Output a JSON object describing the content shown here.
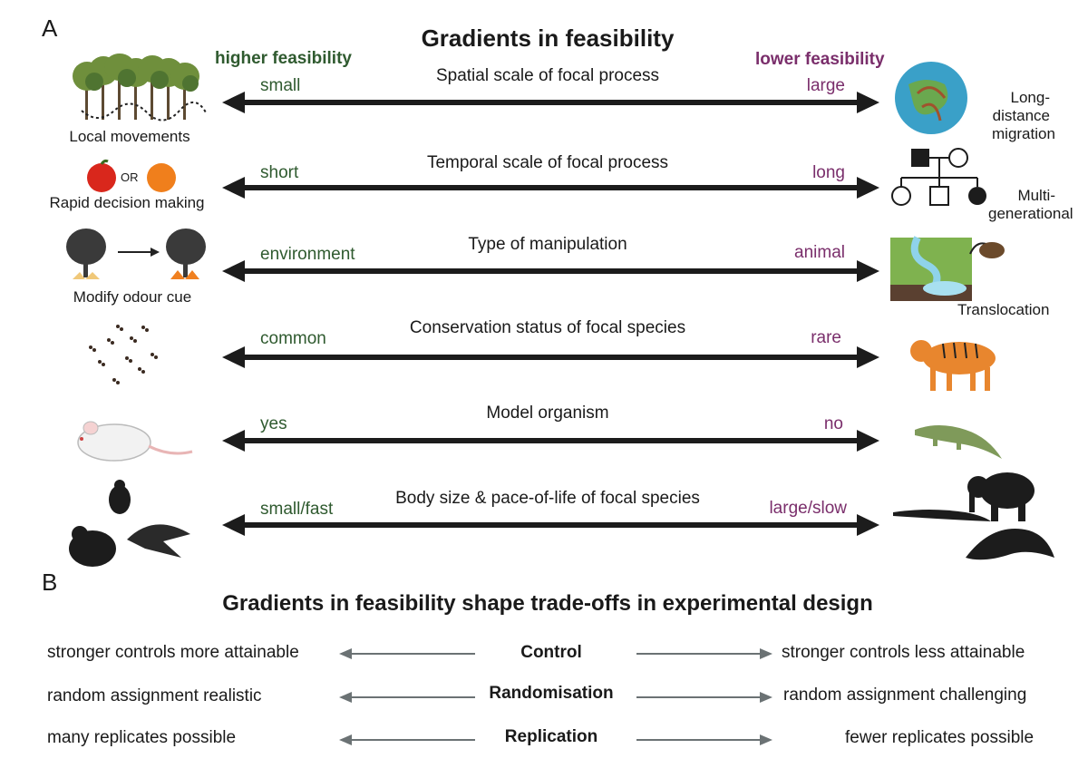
{
  "panel_a": {
    "letter": "A",
    "title": "Gradients in feasibility",
    "left_header": "higher feasibility",
    "right_header": "lower feasibility",
    "rows": [
      {
        "title": "Spatial scale of focal process",
        "left": "small",
        "right": "large",
        "left_caption": "Local movements",
        "right_caption": "Long-\ndistance\nmigration"
      },
      {
        "title": "Temporal scale of focal process",
        "left": "short",
        "right": "long",
        "left_caption": "Rapid decision making",
        "left_or": "OR",
        "right_caption": "Multi-\ngenerational"
      },
      {
        "title": "Type of manipulation",
        "left": "environment",
        "right": "animal",
        "left_caption": "Modify odour cue",
        "right_caption": "Translocation"
      },
      {
        "title": "Conservation status of focal species",
        "left": "common",
        "right": "rare"
      },
      {
        "title": "Model organism",
        "left": "yes",
        "right": "no"
      },
      {
        "title": "Body size & pace-of-life of focal species",
        "left": "small/fast",
        "right": "large/slow"
      }
    ]
  },
  "panel_b": {
    "letter": "B",
    "title": "Gradients in feasibility shape trade-offs in experimental design",
    "rows": [
      {
        "center": "Control",
        "left": "stronger controls more attainable",
        "right": "stronger controls less attainable"
      },
      {
        "center": "Randomisation",
        "left": "random assignment realistic",
        "right": "random assignment challenging"
      },
      {
        "center": "Replication",
        "left": "many replicates possible",
        "right": "fewer replicates possible"
      }
    ]
  },
  "colors": {
    "green": "#2f5a2f",
    "purple": "#7a2e6b",
    "arrow_dark": "#1c1c1c",
    "arrow_grey": "#6b7274"
  }
}
